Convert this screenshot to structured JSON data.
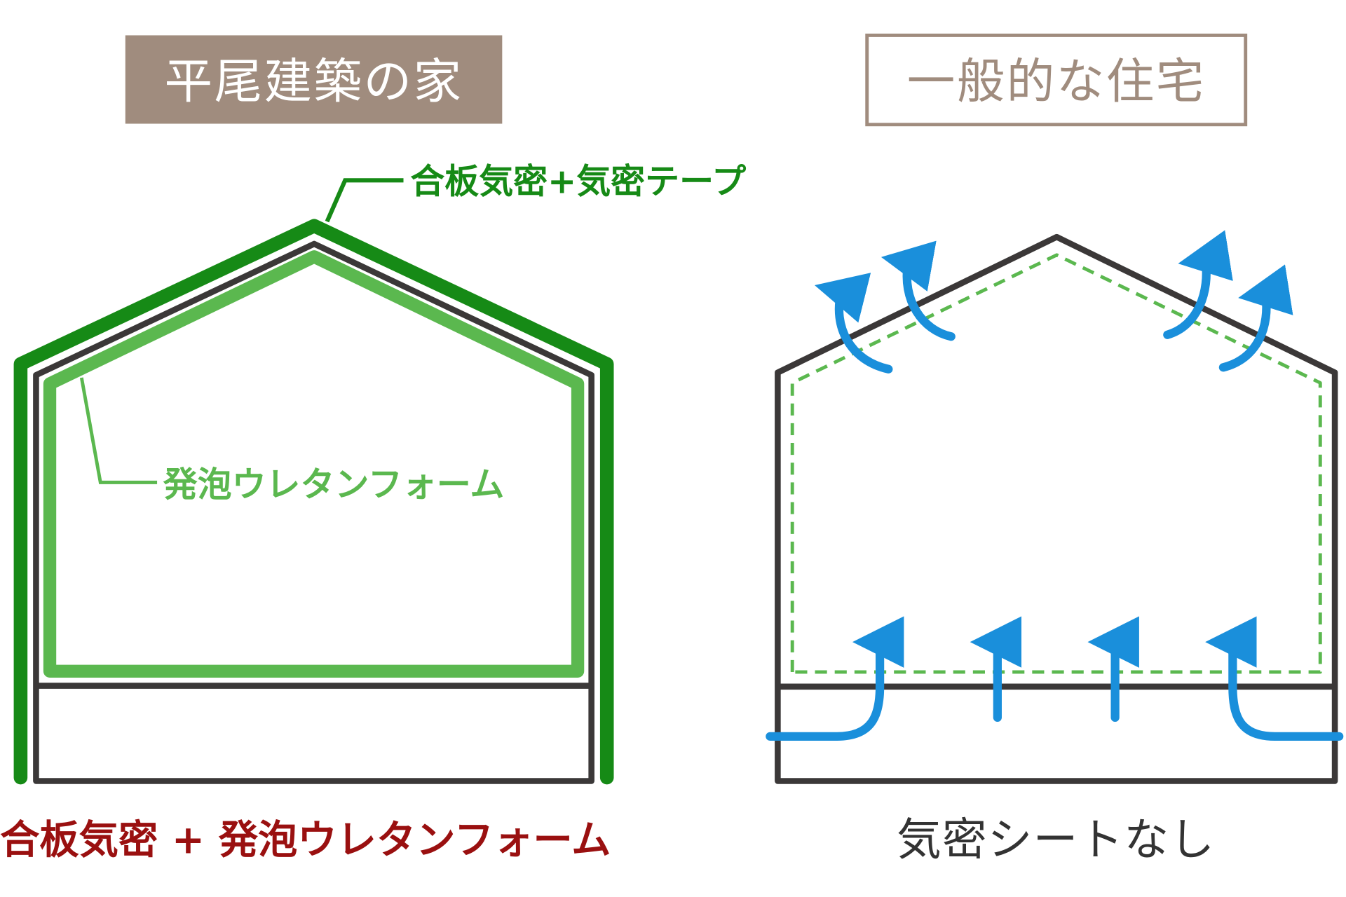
{
  "left_panel": {
    "title": "平尾建築の家",
    "callout_outer": "合板気密+気密テープ",
    "callout_inner": "発泡ウレタンフォーム",
    "caption": "合板気密 + 発泡ウレタンフォーム"
  },
  "right_panel": {
    "title": "一般的な住宅",
    "caption": "気密シートなし"
  },
  "colors": {
    "title_box_fill": "#a08c7e",
    "title_box_border": "#a08c7e",
    "frame_dark": "#3b3838",
    "plywood_green": "#168a16",
    "foam_green": "#5bb84f",
    "dashed_green": "#5bb84f",
    "air_arrow_blue": "#1a8fdb",
    "caption_red": "#9a1010",
    "caption_dark": "#333333"
  }
}
